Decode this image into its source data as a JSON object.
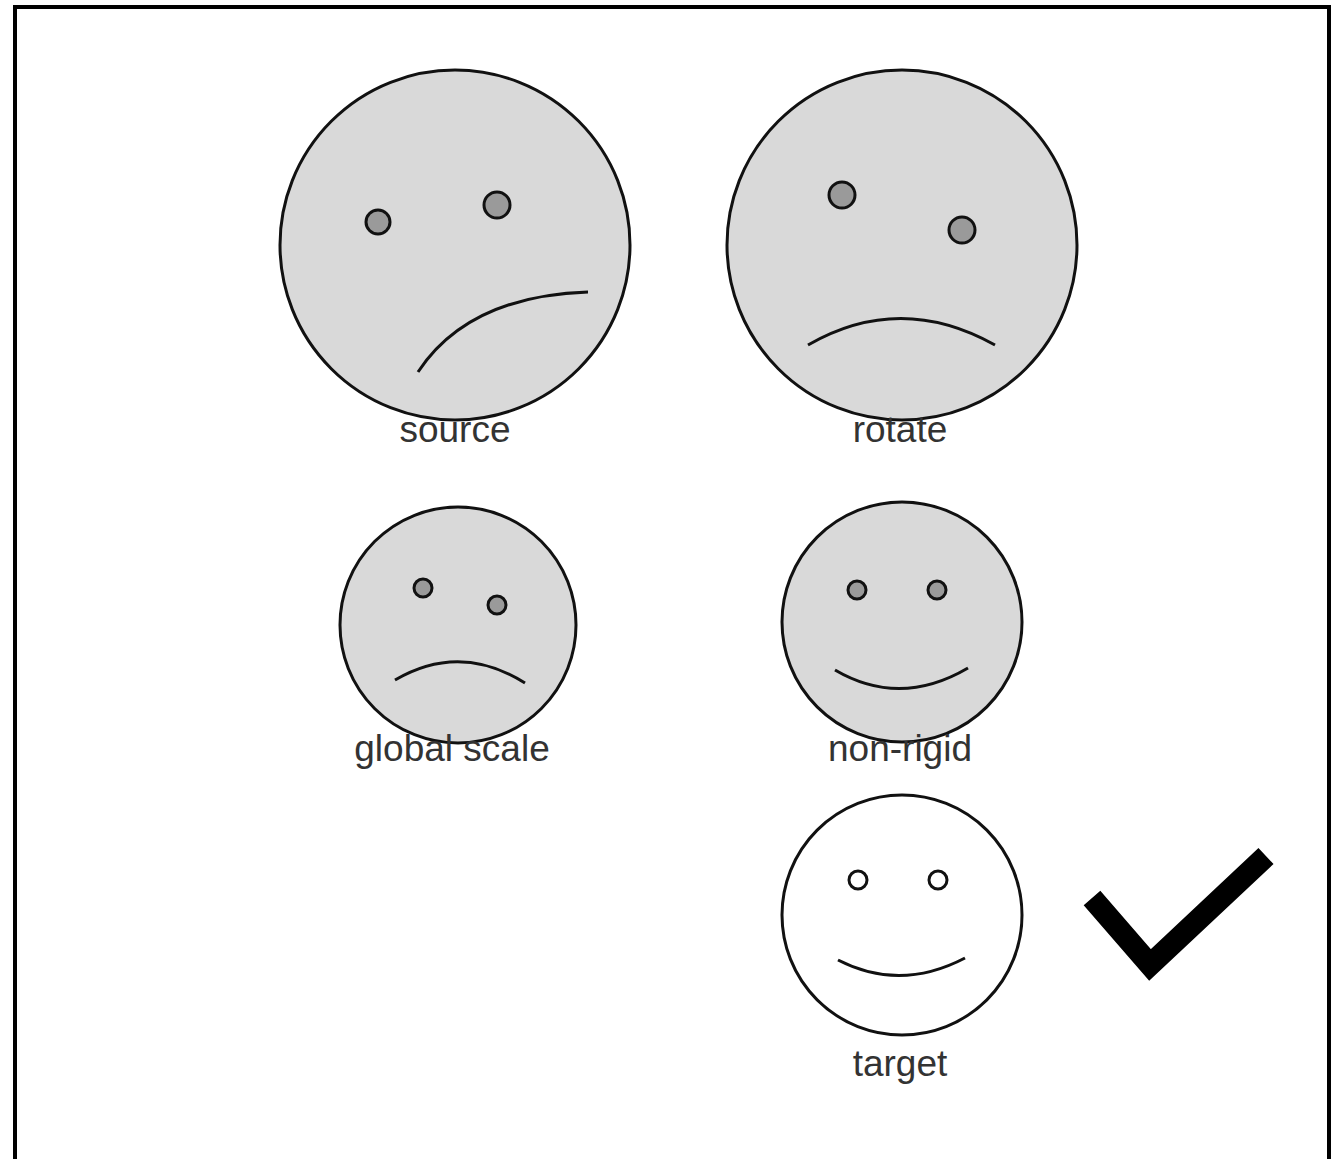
{
  "diagram": {
    "labels": [
      "source",
      "rotate",
      "global scale",
      "non-rigid",
      "target"
    ]
  }
}
